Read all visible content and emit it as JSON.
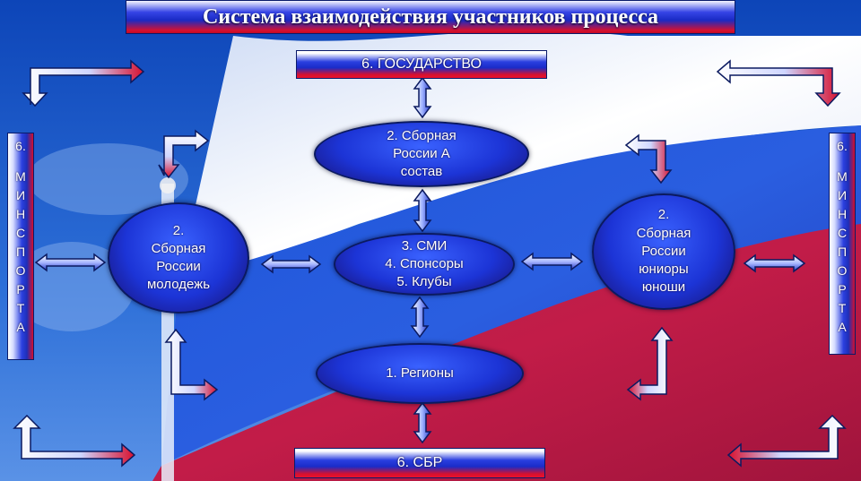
{
  "title": "Система взаимодействия участников процесса",
  "nodes": {
    "state": "6. ГОСУДАРСТВО",
    "team_a": [
      "2. Сборная",
      "России А",
      "состав"
    ],
    "youth": [
      "2.",
      "Сборная",
      "России",
      "молодежь"
    ],
    "media": [
      "3. СМИ",
      "4. Спонсоры",
      "5. Клубы"
    ],
    "juniors": [
      "2.",
      "Сборная",
      "России",
      "юниоры",
      "юноши"
    ],
    "regions": "1. Регионы",
    "sbr": "6. СБР",
    "minsport_left": [
      "6.",
      "",
      "М",
      "И",
      "Н",
      "С",
      "П",
      "О",
      "Р",
      "Т",
      "А"
    ],
    "minsport_right": [
      "6.",
      "",
      "М",
      "И",
      "Н",
      "С",
      "П",
      "О",
      "Р",
      "Т",
      "А"
    ]
  },
  "colors": {
    "white": "#ffffff",
    "blue": "#1f35d6",
    "red": "#d8102e",
    "outline": "#0a1a6a"
  },
  "icons": {
    "double_arrow": "double-arrow-icon",
    "bent_arrow": "bent-arrow-icon"
  }
}
